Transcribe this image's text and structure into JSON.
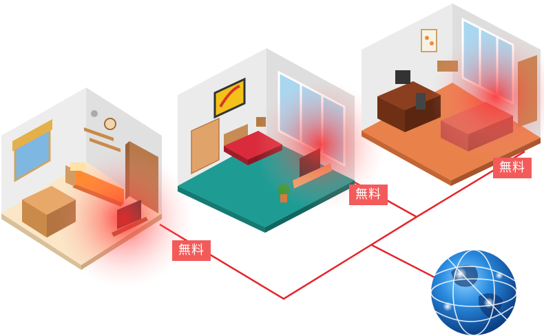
{
  "badges": {
    "room1": "無料",
    "room2": "無料",
    "room3": "無料"
  },
  "colors": {
    "network_line": "#e4252b",
    "badge": "#f35b5b",
    "signal": "#ff3b3b",
    "room1_floor": "#fbe7c7",
    "room2_floor": "#1e9c94",
    "room3_floor": "#e9814b",
    "globe": "#1f7bd3"
  },
  "icons": [
    "wifi-signal-icon",
    "globe-icon",
    "bed-icon",
    "tv-icon",
    "desk-icon",
    "sofa-icon"
  ]
}
